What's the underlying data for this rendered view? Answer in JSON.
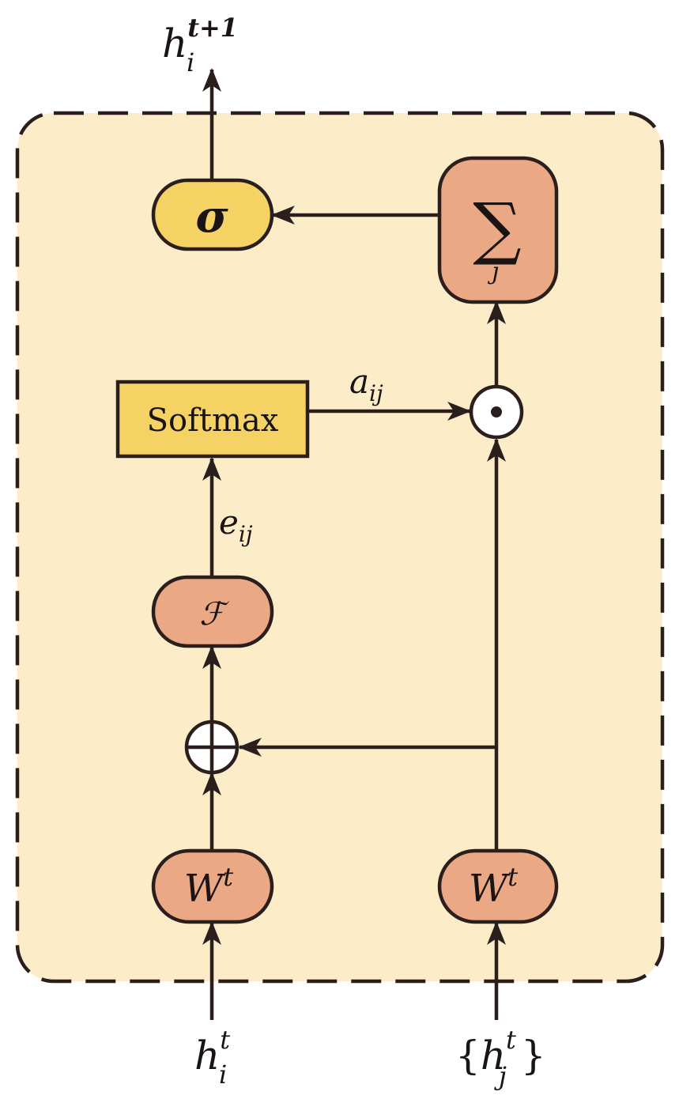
{
  "colors": {
    "background": "#fcedc8",
    "border": "#2a1f1d",
    "orange_node": "#eaa984",
    "yellow_node": "#f4d264",
    "stroke": "#2a1f1d"
  },
  "nodes": {
    "sigma": {
      "label": "σ"
    },
    "sum": {
      "symbol": "∑",
      "subscript": "j"
    },
    "softmax": {
      "label": "Softmax"
    },
    "f": {
      "label": "ℱ"
    },
    "w_left": {
      "base": "W",
      "sup": "t"
    },
    "w_right": {
      "base": "W",
      "sup": "t"
    },
    "plus": {
      "symbol": "⊕"
    },
    "dot": {
      "symbol": "⊙"
    }
  },
  "labels": {
    "output": {
      "base": "h",
      "sup": "t+1",
      "sub": "i"
    },
    "input_left": {
      "base": "h",
      "sup": "t",
      "sub": "i"
    },
    "input_right": {
      "open": "{",
      "base": "h",
      "sup": "t",
      "sub": "j",
      "close": "}"
    },
    "a_ij": {
      "base": "a",
      "sub": "ij"
    },
    "e_ij": {
      "base": "e",
      "sub": "ij"
    }
  }
}
